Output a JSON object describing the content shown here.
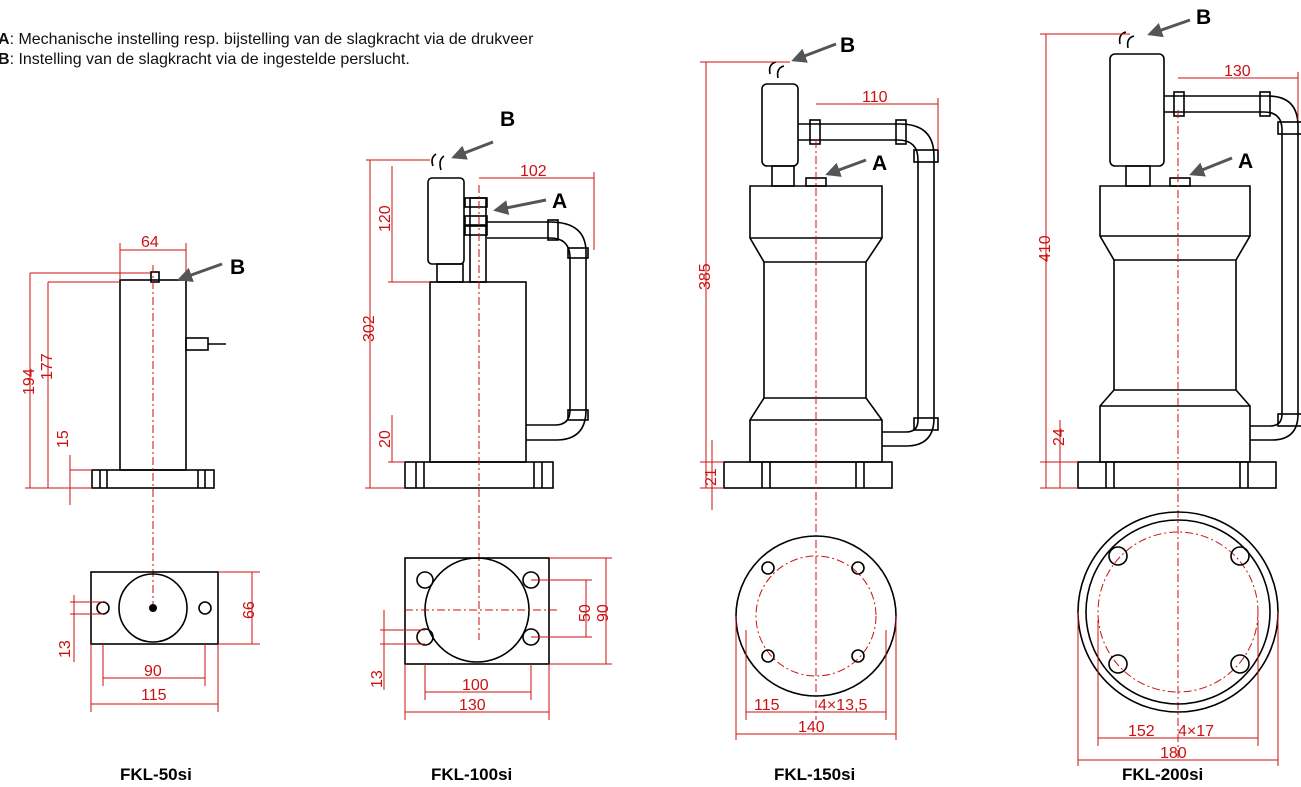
{
  "legend": {
    "a_key": "A",
    "a_text": ": Mechanische instelling resp. bijstelling van de slagkracht via de drukveer",
    "b_key": "B",
    "b_text": ": Instelling van de slagkracht via de ingestelde perslucht."
  },
  "callouts": {
    "a": "A",
    "b": "B"
  },
  "models": [
    {
      "name": "FKL-50si",
      "dims": [
        "64",
        "194",
        "177",
        "15",
        "66",
        "13",
        "90",
        "115"
      ]
    },
    {
      "name": "FKL-100si",
      "dims": [
        "102",
        "120",
        "302",
        "20",
        "50",
        "90",
        "13",
        "100",
        "130"
      ]
    },
    {
      "name": "FKL-150si",
      "dims": [
        "110",
        "385",
        "21",
        "115",
        "4×13,5",
        "140"
      ]
    },
    {
      "name": "FKL-200si",
      "dims": [
        "130",
        "410",
        "24",
        "152",
        "4×17",
        "180"
      ]
    }
  ],
  "colors": {
    "dimension": "#cc1111",
    "outline": "#000000",
    "arrow": "#555555"
  }
}
